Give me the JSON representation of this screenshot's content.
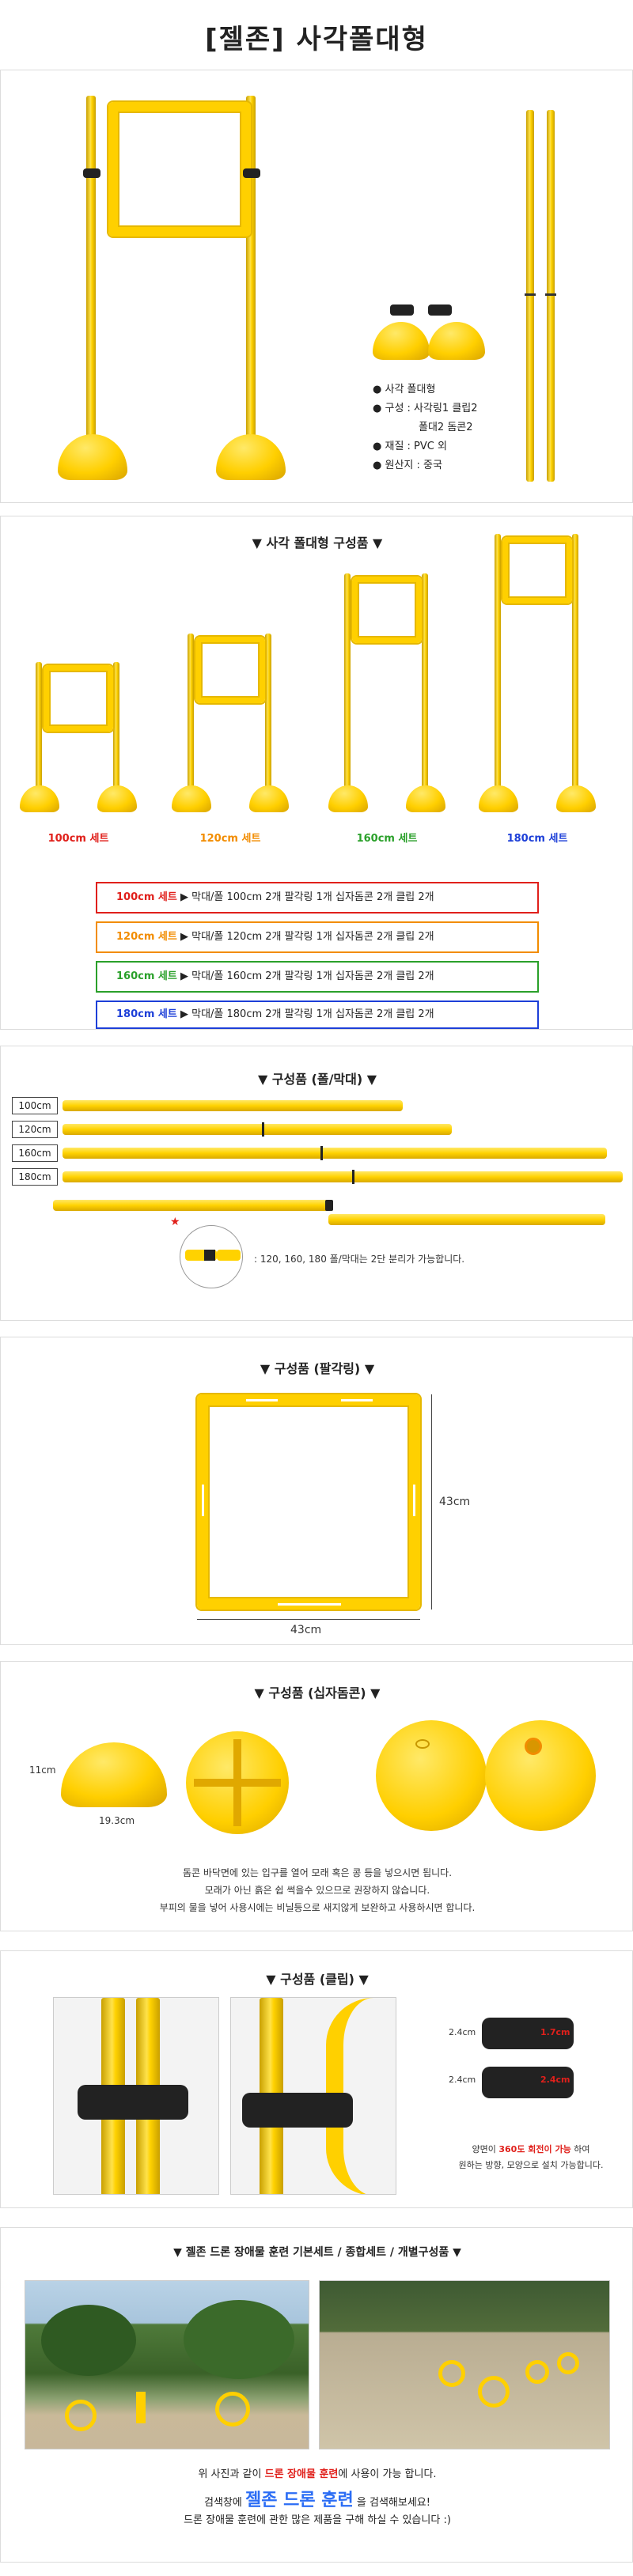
{
  "title": "[젤존] 사각폴대형",
  "product_specs": {
    "items": [
      "사각 폴대형",
      "구성 : 사각링1 클립2",
      "폴대2 돔콘2",
      "재질 : PVC 외",
      "원산지 : 중국"
    ]
  },
  "composition": {
    "title": "▼ 사각 폴대형 구성품 ▼",
    "sizes": [
      {
        "label": "100cm 세트",
        "color": "#e0201b"
      },
      {
        "label": "120cm 세트",
        "color": "#f28c00"
      },
      {
        "label": "160cm 세트",
        "color": "#2aa02a"
      },
      {
        "label": "180cm 세트",
        "color": "#1d3fd8"
      }
    ],
    "sets": [
      {
        "size": "100cm 세트",
        "desc": "▶ 막대/폴 100cm 2개  팔각링 1개  십자돔콘 2개  클립 2개",
        "color": "#e0201b"
      },
      {
        "size": "120cm 세트",
        "desc": "▶ 막대/폴 120cm 2개  팔각링 1개  십자돔콘 2개  클립 2개",
        "color": "#f28c00"
      },
      {
        "size": "160cm 세트",
        "desc": "▶ 막대/폴 160cm 2개  팔각링 1개  십자돔콘 2개  클립 2개",
        "color": "#2aa02a"
      },
      {
        "size": "180cm 세트",
        "desc": "▶ 막대/폴 180cm 2개  팔각링 1개  십자돔콘 2개  클립 2개",
        "color": "#1d3fd8"
      }
    ]
  },
  "poles": {
    "title": "▼ 구성품 (폴/막대) ▼",
    "lengths": [
      "100cm",
      "120cm",
      "160cm",
      "180cm"
    ],
    "star": "★",
    "note": ": 120, 160, 180 폴/막대는 2단 분리가 가능합니다."
  },
  "ring": {
    "title": "▼ 구성품 (팔각링) ▼",
    "height": "43cm",
    "width": "43cm"
  },
  "cone": {
    "title": "▼ 구성품 (십자돔콘) ▼",
    "height": "11cm",
    "width": "19.3cm",
    "notes": [
      "돔콘 바닥면에 있는 입구를 열어 모래 혹은 콩 등을 넣으시면 됩니다.",
      "모래가 아닌 흙은 쉽 썩을수 있으므로 권장하지 않습니다.",
      "부피의 물을 넣어 사용시에는 비닐등으로  새지않게 보완하고 사용하시면 합니다."
    ]
  },
  "clip": {
    "title": "▼ 구성품 (클립) ▼",
    "dims": [
      "2.4cm",
      "1.7cm",
      "2.4cm",
      "2.4cm"
    ],
    "note_pre": "양면이 ",
    "note_hi": "360도 회전이 가능",
    "note_post": " 하여",
    "note2": "원하는 방향, 모양으로 설치 가능합니다."
  },
  "training": {
    "title": "▼ 젤존 드론 장애물 훈련 기본세트 / 종합세트 / 개별구성품 ▼",
    "line1_pre": "위 사진과 같이 ",
    "line1_hi": "드론 장애물 훈련",
    "line1_post": "에 사용이 가능 합니다.",
    "line2_pre": "검색창에 ",
    "line2_hi": "젤존 드론 훈련",
    "line2_post": " 을 검색해보세요!",
    "line3": "드론 장애물 훈련에 관한 많은 제품을 구해 하실 수 있습니다 :)"
  }
}
